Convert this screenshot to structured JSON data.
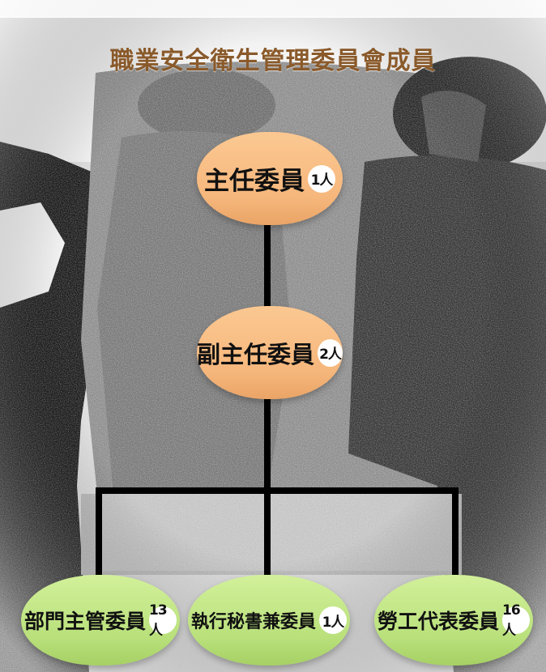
{
  "title": "職業安全衛生管理委員會成員",
  "nodes": {
    "chair": {
      "label": "主任委員",
      "count": "1人"
    },
    "vice_chair": {
      "label": "副主任委員",
      "count": "2人"
    },
    "dept_heads": {
      "label": "部門主管委員",
      "count": "13人"
    },
    "exec_secretary": {
      "label": "執行秘書兼委員",
      "count": "1人"
    },
    "labor_reps": {
      "label": "勞工代表委員",
      "count": "16人"
    }
  },
  "colors": {
    "orange_node": "#f6b77c",
    "green_node": "#b9e07b",
    "title": "#8a5a2b",
    "connector": "#000000"
  }
}
